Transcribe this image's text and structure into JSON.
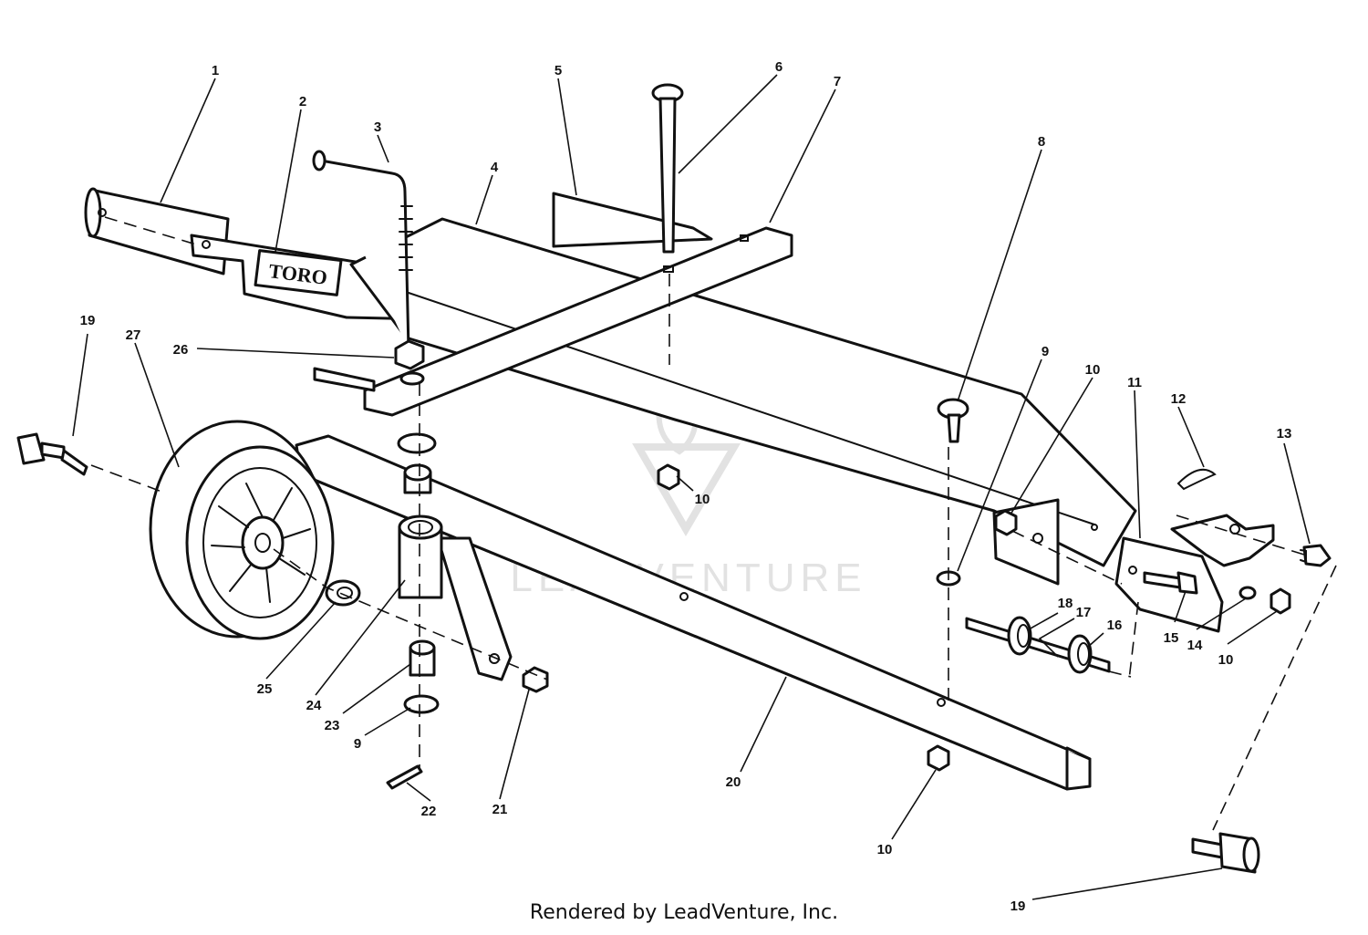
{
  "brand_label": "TORO",
  "watermark_text": "LEADVENTURE",
  "footer": {
    "credit": "Rendered by LeadVenture, Inc."
  },
  "callouts": [
    "1",
    "2",
    "3",
    "4",
    "5",
    "6",
    "7",
    "8",
    "9",
    "10",
    "11",
    "12",
    "13",
    "19",
    "27",
    "26",
    "10",
    "25",
    "24",
    "23",
    "9",
    "22",
    "21",
    "20",
    "10",
    "18",
    "17",
    "16",
    "15",
    "14",
    "10",
    "19"
  ],
  "colors": {
    "ink": "#111111",
    "paper": "#ffffff",
    "watermark": "#e2e2e2"
  }
}
